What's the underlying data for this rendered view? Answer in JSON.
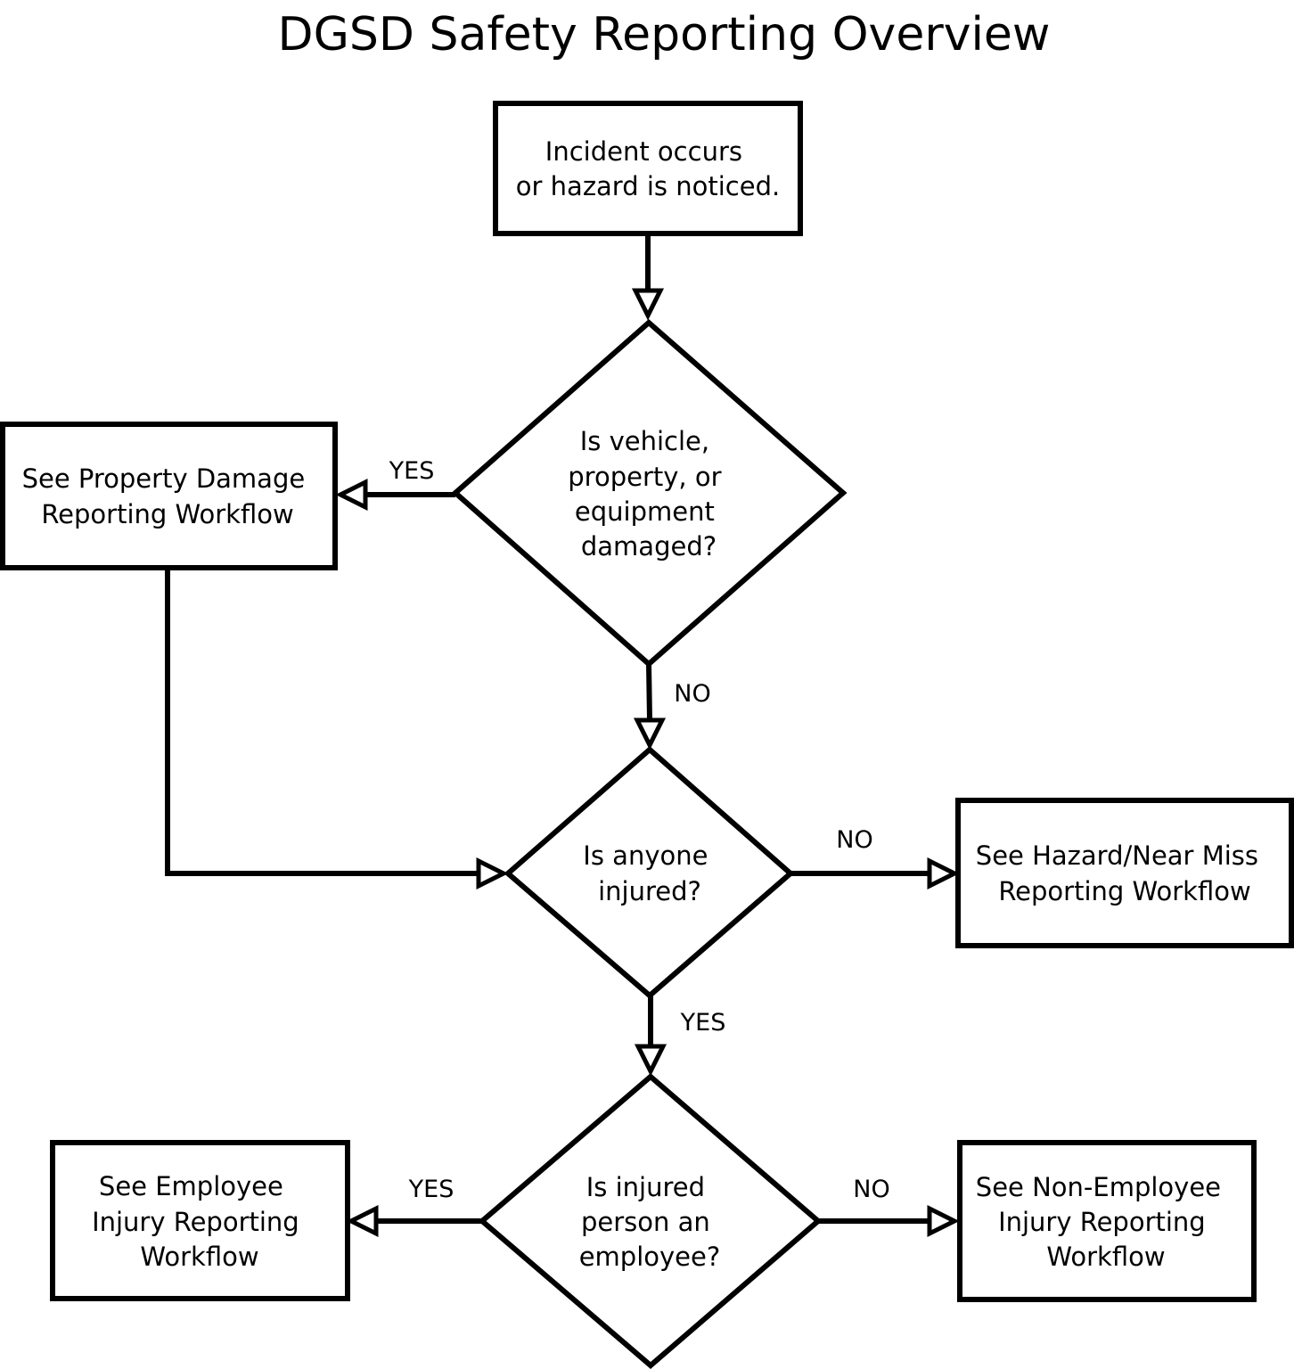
{
  "title": "DGSD Safety Reporting Overview",
  "nodes": {
    "start": {
      "lines": [
        "Incident occurs",
        "or hazard is noticed."
      ]
    },
    "q_damage": {
      "lines": [
        "Is vehicle,",
        "property, or",
        "equipment",
        "damaged?"
      ]
    },
    "property_damage": {
      "lines": [
        "See Property Damage",
        "Reporting Workflow"
      ]
    },
    "q_injured": {
      "lines": [
        "Is anyone",
        "injured?"
      ]
    },
    "hazard_near_miss": {
      "lines": [
        "See Hazard/Near Miss",
        "Reporting Workflow"
      ]
    },
    "q_employee": {
      "lines": [
        "Is injured",
        "person an",
        "employee?"
      ]
    },
    "employee_injury": {
      "lines": [
        "See Employee",
        "Injury Reporting",
        "Workflow"
      ]
    },
    "non_employee_injury": {
      "lines": [
        "See Non-Employee",
        "Injury Reporting",
        "Workflow"
      ]
    }
  },
  "edges": {
    "damage_yes": "YES",
    "damage_no": "NO",
    "injured_no": "NO",
    "injured_yes": "YES",
    "employee_yes": "YES",
    "employee_no": "NO"
  }
}
